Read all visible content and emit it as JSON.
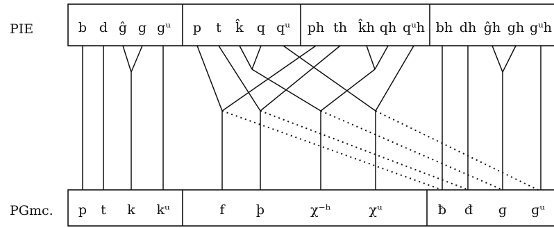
{
  "labels": {
    "top": "PIE",
    "bottom": "PGmc."
  },
  "pie": {
    "groups": [
      [
        "b",
        "d",
        "ĝ",
        "g",
        "gᵘ"
      ],
      [
        "p",
        "t",
        "k̂",
        "q",
        "qᵘ"
      ],
      [
        "ph",
        "th",
        "k̂h",
        "qh",
        "qᵘh"
      ],
      [
        "bh",
        "dh",
        "ĝh",
        "gh",
        "gᵘh"
      ]
    ]
  },
  "pgmc": {
    "groups": [
      [
        "p",
        "t",
        "k",
        "kᵘ"
      ],
      [
        "f",
        "þ",
        "χ⁻ʰ",
        "χᵘ"
      ],
      [
        "ƀ",
        "đ",
        "ɡ",
        "ɡᵘ"
      ]
    ]
  },
  "colors": {
    "ink": "#111111",
    "background": "#ffffff"
  }
}
